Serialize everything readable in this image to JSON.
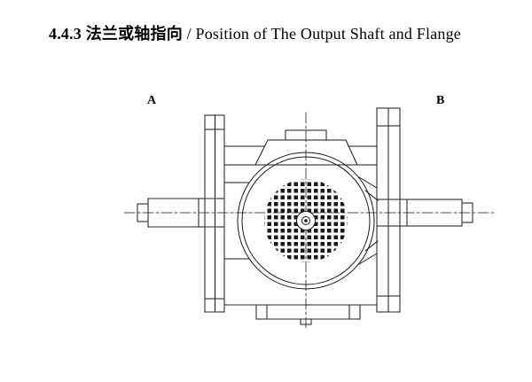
{
  "title": {
    "zh_part": "4.4.3 法兰或轴指向",
    "en_part": " / Position of The Output Shaft and Flange",
    "full": "4.4.3 法兰或轴指向 / Position of The Output Shaft and Flange"
  },
  "figure": {
    "label_a": "A",
    "label_b": "B",
    "line_color": "#1a1a1a",
    "background": "#ffffff"
  }
}
